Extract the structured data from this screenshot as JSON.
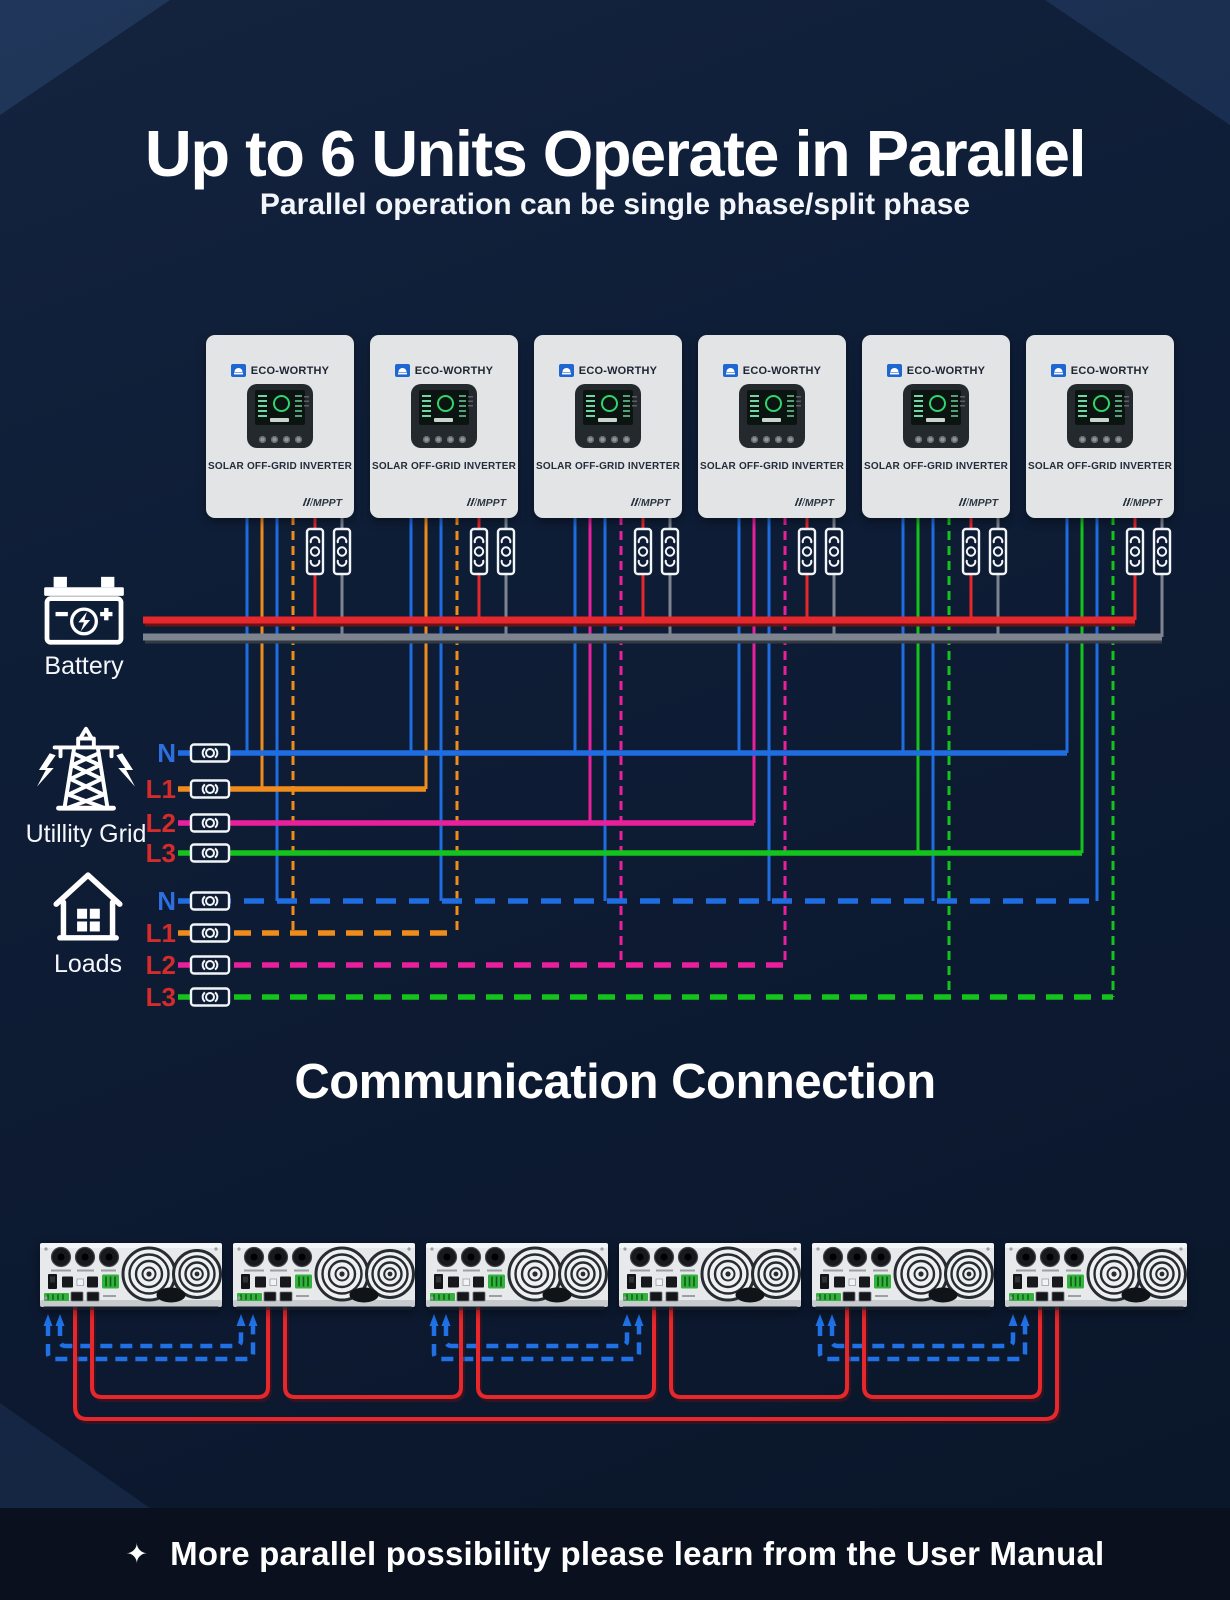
{
  "header": {
    "title": "Up to 6 Units Operate in Parallel",
    "subtitle": "Parallel operation can be single phase/split phase"
  },
  "inverter": {
    "count": 6,
    "brand": "ECO-WORTHY",
    "model_label": "SOLAR OFF-GRID INVERTER",
    "mppt_label": "MPPT"
  },
  "wiring": {
    "battery": {
      "caption": "Battery",
      "positive_color": "#e6282c",
      "negative_color": "#7d8490"
    },
    "grid": {
      "caption": "Utillity Grid",
      "lines": [
        {
          "label": "N",
          "label_color": "#2e6fe0",
          "wire_color": "#1f6de0",
          "style": "solid"
        },
        {
          "label": "L1",
          "label_color": "#d42b2b",
          "wire_color": "#ef8c1c",
          "style": "solid"
        },
        {
          "label": "L2",
          "label_color": "#d42b2b",
          "wire_color": "#ea1f9c",
          "style": "solid"
        },
        {
          "label": "L3",
          "label_color": "#d42b2b",
          "wire_color": "#15c31d",
          "style": "solid"
        }
      ]
    },
    "loads": {
      "caption": "Loads",
      "lines": [
        {
          "label": "N",
          "label_color": "#2e6fe0",
          "wire_color": "#1f6de0",
          "style": "dashed"
        },
        {
          "label": "L1",
          "label_color": "#d42b2b",
          "wire_color": "#ef8c1c",
          "style": "dashed"
        },
        {
          "label": "L2",
          "label_color": "#d42b2b",
          "wire_color": "#ea1f9c",
          "style": "dashed"
        },
        {
          "label": "L3",
          "label_color": "#d42b2b",
          "wire_color": "#15c31d",
          "style": "dashed"
        }
      ]
    },
    "phase_unit_pairs": {
      "L1": [
        1,
        2
      ],
      "L2": [
        3,
        4
      ],
      "L3": [
        5,
        6
      ]
    }
  },
  "communication": {
    "title": "Communication Connection",
    "unit_count": 6,
    "comm_cable_color": "#2071e6",
    "share_cable_color": "#e6282c",
    "comm_cable_pairs": [
      [
        1,
        2
      ],
      [
        3,
        4
      ],
      [
        5,
        6
      ]
    ]
  },
  "footer": {
    "icon": "✦",
    "note": "More parallel possibility please learn from the User Manual"
  }
}
